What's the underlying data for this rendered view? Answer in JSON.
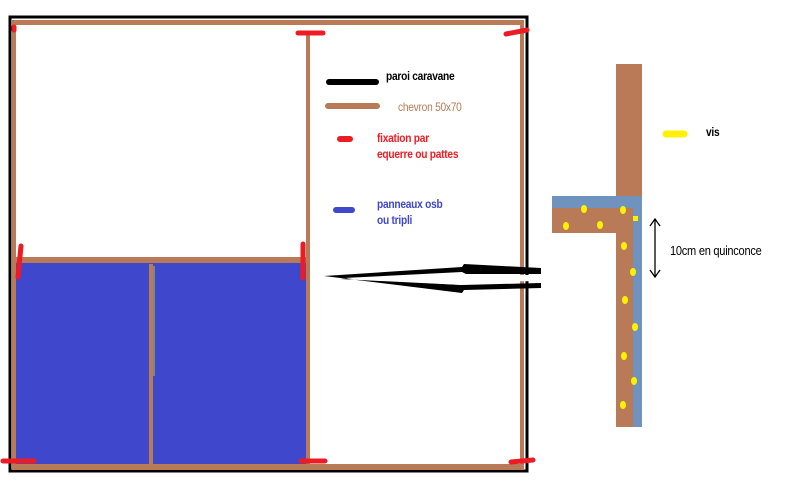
{
  "legend": {
    "wall": "paroi caravane",
    "rafter": "chevron 50x70",
    "fixing_line1": "fixation par",
    "fixing_line2": "equerre ou pattes",
    "panel_line1": "panneaux osb",
    "panel_line2": "ou tripli",
    "screw": "vis"
  },
  "detail": {
    "spacing_label": "10cm en quinconce"
  },
  "colors": {
    "wall": "#000000",
    "rafter": "#b97a57",
    "fixing": "#ed1c24",
    "panel": "#3f48cc",
    "panel_detail": "#7092be",
    "screw": "#fff200"
  }
}
